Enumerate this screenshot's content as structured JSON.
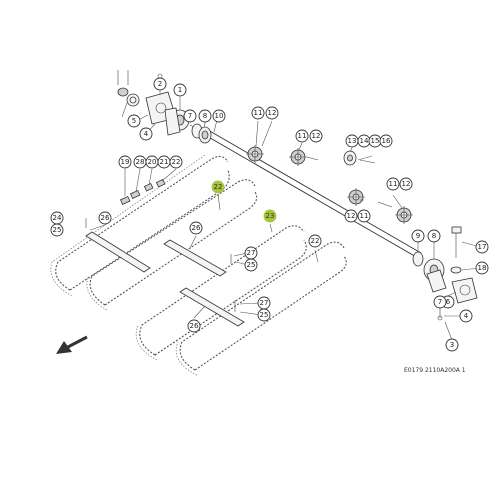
{
  "callouts": [
    {
      "id": "c1",
      "label": "1"
    },
    {
      "id": "c2",
      "label": "2"
    },
    {
      "id": "c3",
      "label": "3"
    },
    {
      "id": "c4",
      "label": "4"
    },
    {
      "id": "c5",
      "label": "5"
    },
    {
      "id": "c6",
      "label": "6"
    },
    {
      "id": "c7",
      "label": "7"
    },
    {
      "id": "c8",
      "label": "8"
    },
    {
      "id": "c9",
      "label": "9"
    },
    {
      "id": "c10",
      "label": "10"
    },
    {
      "id": "c11",
      "label": "11"
    },
    {
      "id": "c12",
      "label": "12"
    },
    {
      "id": "c13",
      "label": "13"
    },
    {
      "id": "c14",
      "label": "14"
    },
    {
      "id": "c15",
      "label": "15"
    },
    {
      "id": "c16",
      "label": "16"
    },
    {
      "id": "c17",
      "label": "17"
    },
    {
      "id": "c18",
      "label": "18"
    },
    {
      "id": "c19",
      "label": "19"
    },
    {
      "id": "c20",
      "label": "20"
    },
    {
      "id": "c21",
      "label": "21"
    },
    {
      "id": "c22",
      "label": "22"
    },
    {
      "id": "c23",
      "label": "23"
    },
    {
      "id": "c24",
      "label": "24"
    },
    {
      "id": "c25",
      "label": "25"
    },
    {
      "id": "c26",
      "label": "26"
    },
    {
      "id": "c27",
      "label": "27"
    },
    {
      "id": "c28",
      "label": "28"
    }
  ],
  "highlight_color": "#a8c43c",
  "reference": "E0179 2110A200A 1"
}
